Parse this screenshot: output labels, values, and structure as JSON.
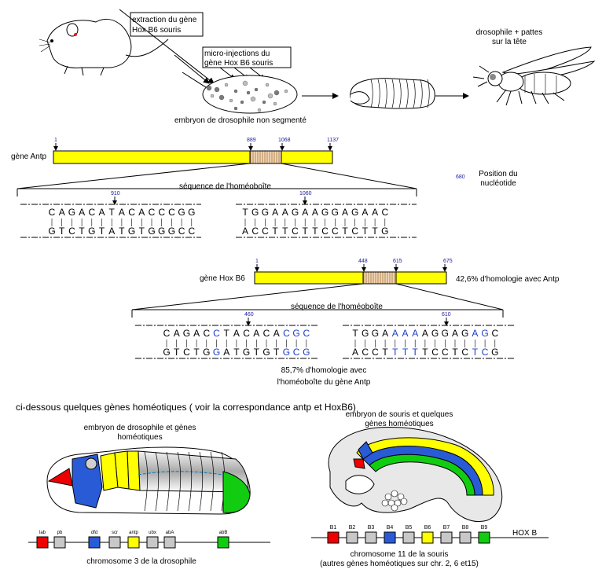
{
  "top": {
    "label_extraction": [
      "extraction du gène",
      "Hox B6 souris"
    ],
    "label_microinjection": [
      "micro-injections du",
      "gène Hox B6 souris"
    ],
    "label_embryo": "embryon de drosophile non segmenté",
    "label_fly": [
      "drosophile + pattes",
      "sur la tête"
    ]
  },
  "antp": {
    "gene_label": "gène Antp",
    "positions": [
      "1",
      "889",
      "1068",
      "1137"
    ],
    "homeobox_label": "séquence de l'homéoboîte",
    "seq1_pos": "910",
    "seq2_pos": "1060",
    "seq1_top": "CAGACATACACCCGG",
    "seq1_bottom": "GTCTGTATGTGGGCC",
    "seq2_top": "TGGAAGAAGGAGAAC",
    "seq2_bottom": "ACCTTCTTCCTCTTG"
  },
  "legend": {
    "number": "680",
    "text": [
      "Position du",
      "nucléotide"
    ]
  },
  "hoxb6": {
    "gene_label": "gène Hox B6",
    "positions": [
      "1",
      "448",
      "615",
      "675"
    ],
    "homology": "42,6% d'homologie avec Antp",
    "homeobox_label": "séquence de l'homéoboîte",
    "seq1_pos": "460",
    "seq2_pos": "610",
    "seq1_top": "CAGACCTACACACGC",
    "seq1_bottom": "GTCTGGATGTGTGCG",
    "seq2_top": "TGGAAAAAGGAGAGC",
    "seq2_bottom": "ACCTTTTTCCTCTCG",
    "homology_box": [
      "85,7% d'homologie avec",
      "l'homéoboîte du gène Antp"
    ]
  },
  "bottom": {
    "title": "ci-dessous quelques gènes homéotiques ( voir la correspondance antp et HoxB6)",
    "drosophila_embryo_label": [
      "embryon de drosophile et gènes",
      "homéotiques"
    ],
    "mouse_embryo_label": [
      "embryon de souris  et quelques",
      "gènes homéotiques"
    ],
    "drosophila_genes": [
      "lab",
      "pb",
      "dfd",
      "scr",
      "antp",
      "ubx",
      "abA",
      "abB"
    ],
    "drosophila_chromosome": "chromosome  3 de la drosophile",
    "mouse_genes": [
      "B1",
      "B2",
      "B3",
      "B4",
      "B5",
      "B6",
      "B7",
      "B8",
      "B9"
    ],
    "hox_label": "HOX B",
    "mouse_chromosome": [
      "chromosome 11  de la souris",
      "(autres gènes homéotiques sur chr. 2, 6 et15)"
    ]
  },
  "colors": {
    "gene_bar": "#ffff00",
    "homeobox": "#e8c8a0",
    "number": "#1a1aa0",
    "diff_base": "#1a3cc8",
    "red": "#ee0000",
    "blue": "#2a5bd6",
    "yellow": "#ffff00",
    "green": "#11cc11",
    "grey": "#c8c8c8"
  }
}
